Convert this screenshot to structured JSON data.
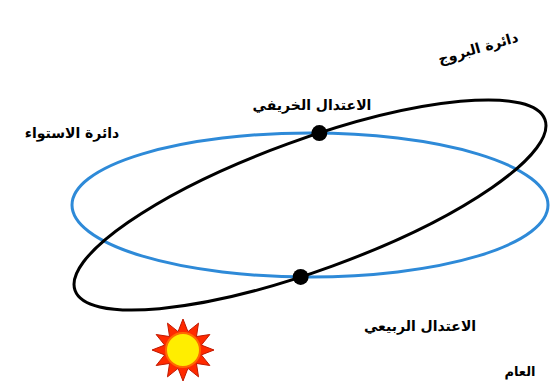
{
  "diagram": {
    "labels": [
      "دائرة البروج",
      "الاعتدال الخريفي",
      "دائرة الاستواء",
      "الاعتدال الربيعي",
      "العام"
    ]
  }
}
